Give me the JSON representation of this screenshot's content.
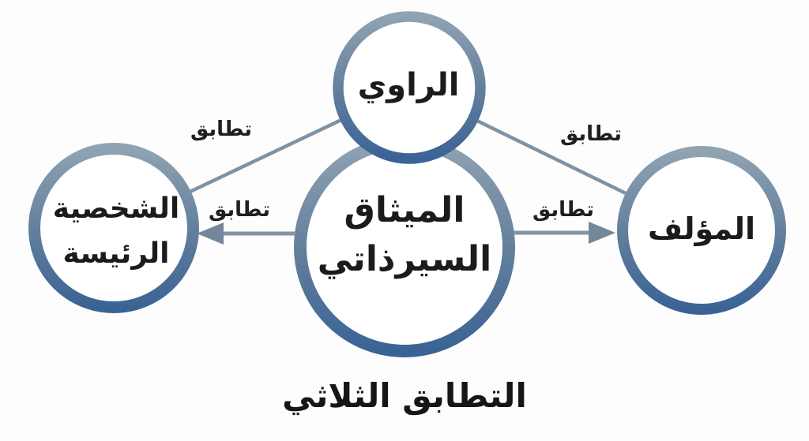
{
  "diagram": {
    "title_caption": "التطابق الثلاثي",
    "nodes": {
      "narrator": {
        "label": "الراوي"
      },
      "pact": {
        "line1": "الميثاق",
        "line2": "السيرذاتي"
      },
      "main_character": {
        "line1": "الشخصية",
        "line2": "الرئيسة"
      },
      "author": {
        "label": "المؤلف"
      }
    },
    "edges": {
      "narrator_character": {
        "label": "تطابق",
        "style": "plain-line"
      },
      "narrator_author": {
        "label": "تطابق",
        "style": "plain-line"
      },
      "pact_character": {
        "label": "تطابق",
        "style": "arrow-left"
      },
      "pact_author": {
        "label": "تطابق",
        "style": "arrow-right"
      }
    },
    "colors": {
      "ring_gradient_top": "#8fa3b2",
      "ring_gradient_bottom": "#3a6395",
      "connector_line": "#7e92a4",
      "arrow_shaft": "#8294a6",
      "arrow_head": "#74869a",
      "text": "#1b1b1b",
      "background": "#fdfdfd"
    }
  }
}
